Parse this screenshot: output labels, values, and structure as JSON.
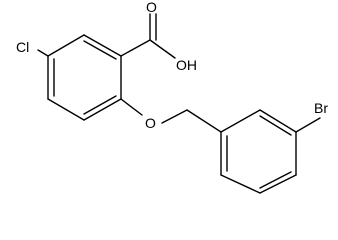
{
  "structure": {
    "atoms": {
      "carbonyl_o": "O",
      "hydroxyl": "OH",
      "chloro": "Cl",
      "ether_o": "O",
      "bromo": "Br"
    }
  }
}
